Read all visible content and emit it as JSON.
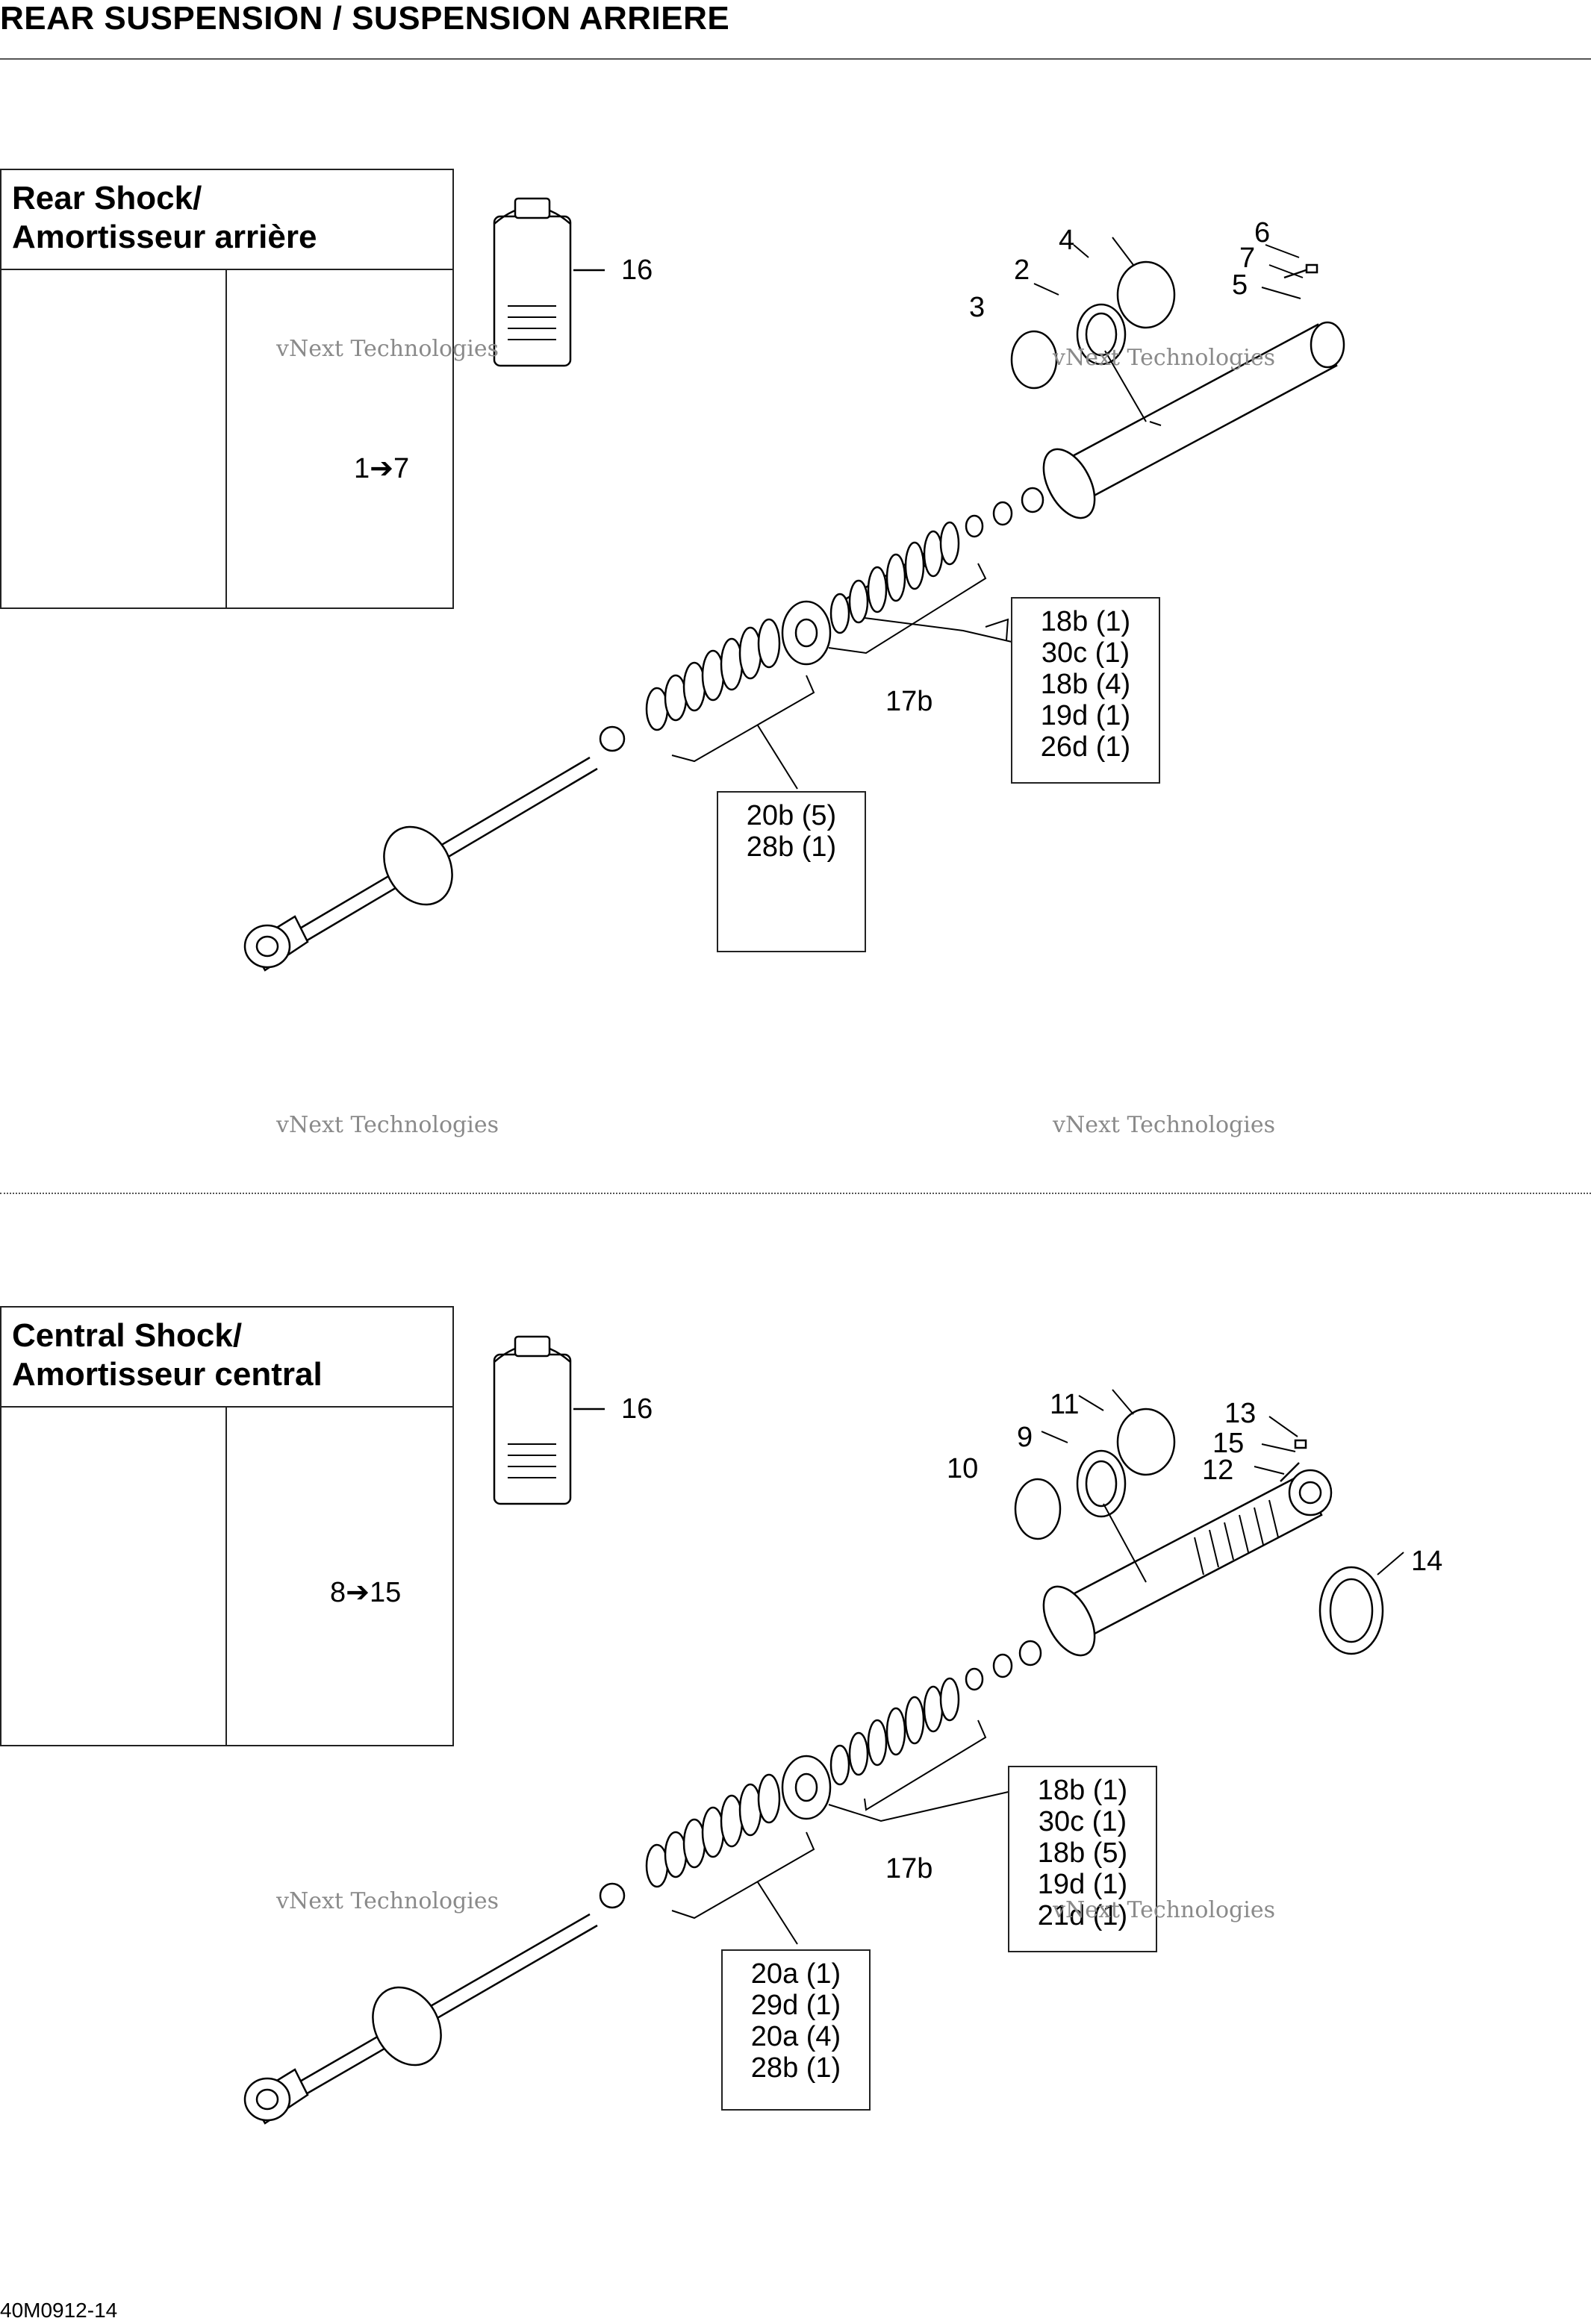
{
  "page": {
    "title": "REAR SUSPENSION / SUSPENSION ARRIERE",
    "footer_code": "40M0912-14",
    "watermark_line1": "vNext Technologies",
    "watermark_line2": "vNext Technologies"
  },
  "rear_shock": {
    "title_line1": "Rear Shock/",
    "title_line2": "Amortisseur arrière",
    "inset_callout": "1➔7",
    "callouts": {
      "c16": "16",
      "c4": "4",
      "c2": "2",
      "c3": "3",
      "c6": "6",
      "c7": "7",
      "c5": "5",
      "c17b": "17b"
    },
    "kit_upper": [
      "18b (1)",
      "30c (1)",
      "18b (4)",
      "19d (1)",
      "26d (1)"
    ],
    "kit_lower": [
      "20b (5)",
      "28b (1)"
    ]
  },
  "central_shock": {
    "title_line1": "Central Shock/",
    "title_line2": "Amortisseur central",
    "inset_callout": "8➔15",
    "callouts": {
      "c16": "16",
      "c11": "11",
      "c9": "9",
      "c10": "10",
      "c13": "13",
      "c15": "15",
      "c12": "12",
      "c14": "14",
      "c17b": "17b"
    },
    "kit_upper": [
      "18b (1)",
      "30c (1)",
      "18b (5)",
      "19d (1)",
      "21d (1)"
    ],
    "kit_lower": [
      "20a (1)",
      "29d (1)",
      "20a (4)",
      "28b (1)"
    ]
  }
}
